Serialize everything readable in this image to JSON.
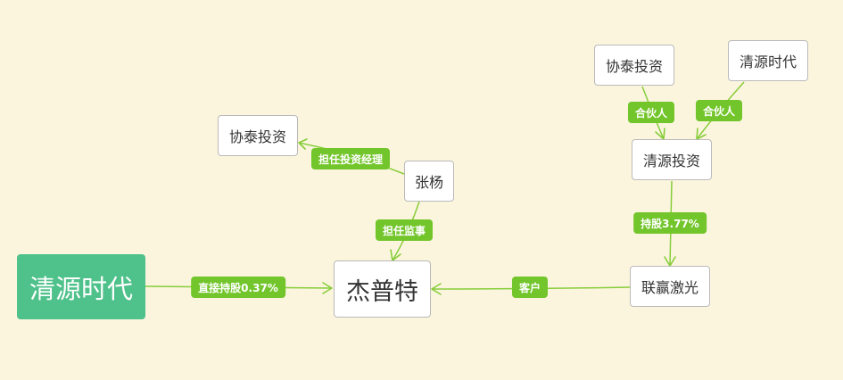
{
  "nodes": {
    "root": "清源时代",
    "center": "杰普特",
    "zhang_yang": "张杨",
    "xietai_left": "协泰投资",
    "lianying": "联赢激光",
    "qingyuan_invest": "清源投资",
    "xietai_top": "协泰投资",
    "qingyuan_top": "清源时代"
  },
  "edges": {
    "root_center": "直接持股0.37%",
    "zhang_center": "担任监事",
    "zhang_xietai": "担任投资经理",
    "lianying_center": "客户",
    "invest_lianying": "持股3.77%",
    "xietai_invest": "合伙人",
    "qytop_invest": "合伙人"
  },
  "colors": {
    "background": "#fcf5de",
    "root_fill": "#4fc18a",
    "edge": "#86cd3a",
    "label_fill": "#72c52a"
  }
}
